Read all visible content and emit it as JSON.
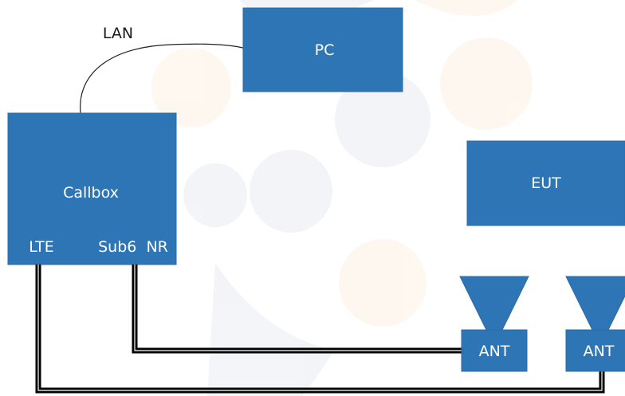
{
  "diagram": {
    "lan_label": "LAN",
    "pc_label": "PC",
    "callbox_label": "Callbox",
    "lte_label": "LTE",
    "sub6nr_label": "Sub6  NR",
    "eut_label": "EUT",
    "ant1_label": "ANT",
    "ant2_label": "ANT"
  },
  "colors": {
    "block_fill": "#2e75b6",
    "block_stroke": "#2a6aa6",
    "cable_outer": "#000000",
    "cable_inner": "#ffffff",
    "lan_line": "#222222"
  }
}
